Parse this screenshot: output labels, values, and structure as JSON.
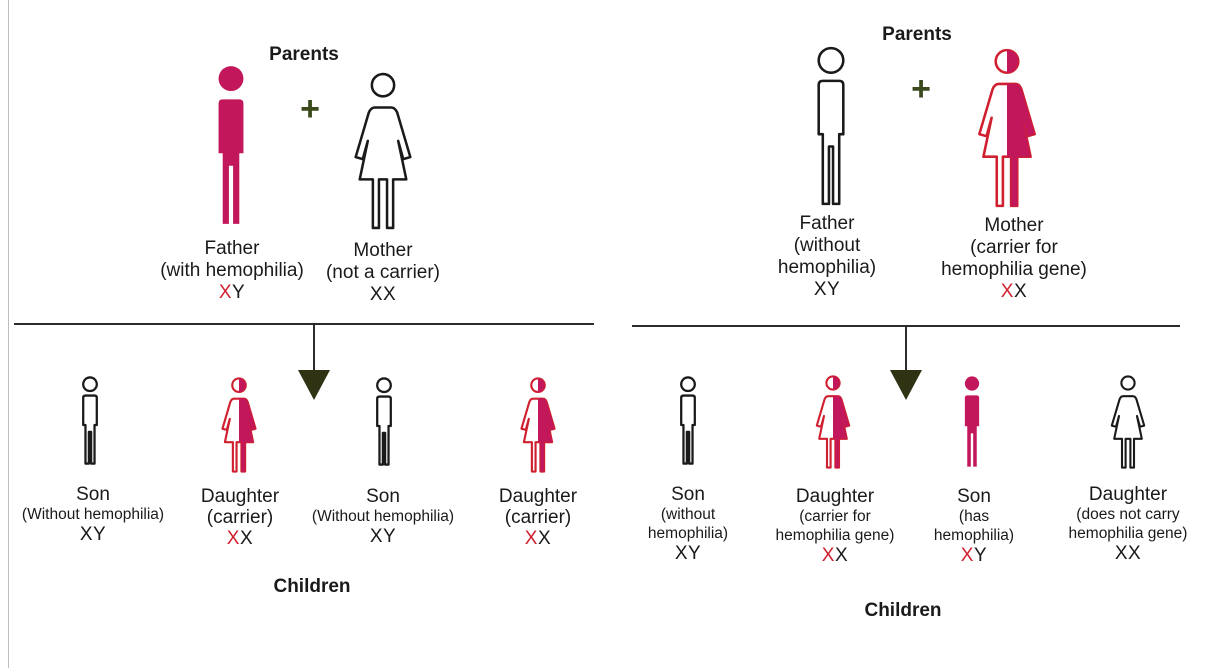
{
  "colors": {
    "affected": "#c2185b",
    "carrier_outline": "#d01f2f",
    "outline": "#1a1a1a",
    "plus": "#3a4a1c",
    "arrow": "#2f3313",
    "allele": "#d01f2f"
  },
  "left": {
    "heading": "Parents",
    "plus": "+",
    "father": {
      "line1": "Father",
      "line2": "(with hemophilia)",
      "geno_mark": "X",
      "geno_rest": "Y"
    },
    "mother": {
      "line1": "Mother",
      "line2": "(not a carrier)",
      "geno_mark": "",
      "geno_rest": "XX"
    },
    "children_heading": "Children",
    "children": [
      {
        "line1": "Son",
        "line2": "(Without hemophilia)",
        "line3": "",
        "geno_mark": "",
        "geno_rest": "XY",
        "status": "unaffected"
      },
      {
        "line1": "Daughter",
        "line2": "(carrier)",
        "line3": "",
        "geno_mark": "X",
        "geno_rest": "X",
        "status": "carrier"
      },
      {
        "line1": "Son",
        "line2": "(Without hemophilia)",
        "line3": "",
        "geno_mark": "",
        "geno_rest": "XY",
        "status": "unaffected"
      },
      {
        "line1": "Daughter",
        "line2": "(carrier)",
        "line3": "",
        "geno_mark": "X",
        "geno_rest": "X",
        "status": "carrier"
      }
    ]
  },
  "right": {
    "heading": "Parents",
    "plus": "+",
    "father": {
      "line1": "Father",
      "line2": "(without",
      "line3": "hemophilia)",
      "geno_mark": "",
      "geno_rest": "XY"
    },
    "mother": {
      "line1": "Mother",
      "line2": "(carrier for",
      "line3": "hemophilia gene)",
      "geno_mark": "X",
      "geno_rest": "X"
    },
    "children_heading": "Children",
    "children": [
      {
        "line1": "Son",
        "line2": "(without",
        "line3": "hemophilia)",
        "geno_mark": "",
        "geno_rest": "XY",
        "status": "unaffected"
      },
      {
        "line1": "Daughter",
        "line2": "(carrier for",
        "line3": "hemophilia gene)",
        "geno_mark": "X",
        "geno_rest": "X",
        "status": "carrier"
      },
      {
        "line1": "Son",
        "line2": "(has",
        "line3": "hemophilia)",
        "geno_mark": "X",
        "geno_rest": "Y",
        "status": "affected"
      },
      {
        "line1": "Daughter",
        "line2": "(does not carry",
        "line3": "hemophilia gene)",
        "geno_mark": "",
        "geno_rest": "XX",
        "status": "unaffected"
      }
    ]
  }
}
